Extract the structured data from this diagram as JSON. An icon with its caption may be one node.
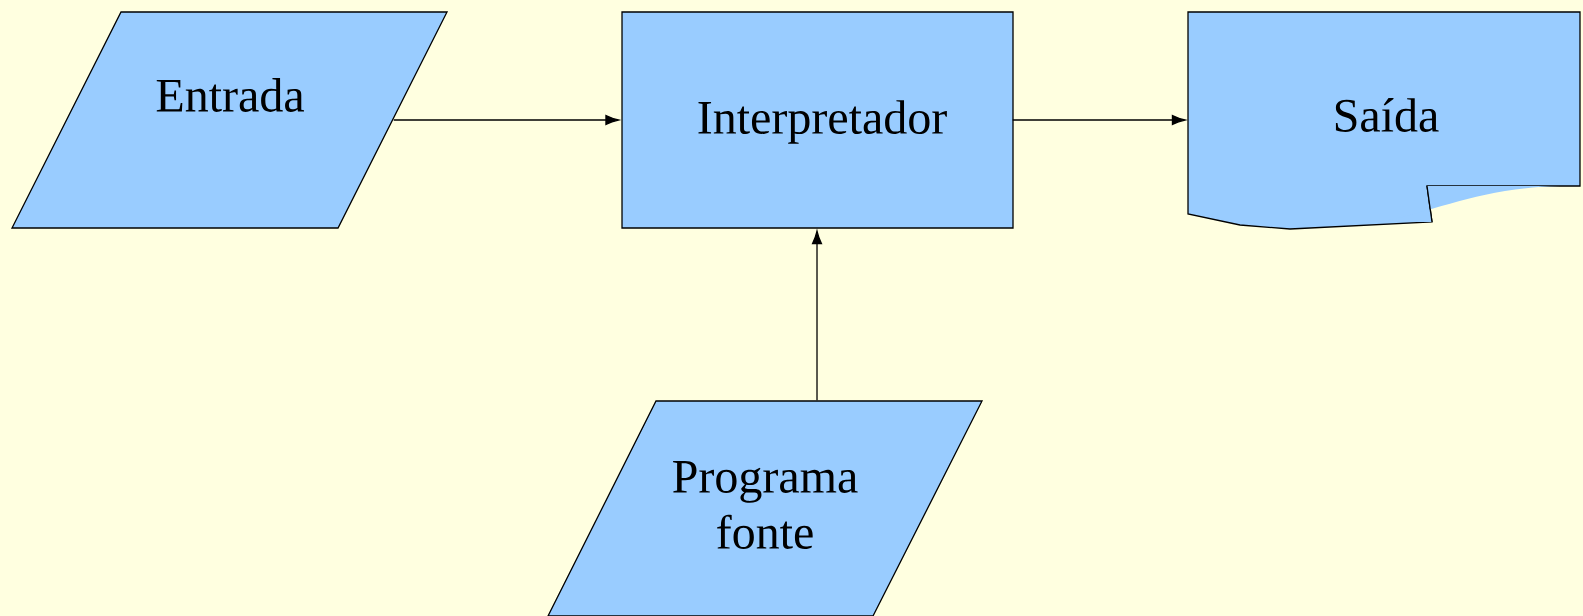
{
  "diagram": {
    "nodes": [
      {
        "text": [
          "Entrada"
        ]
      },
      {
        "text": [
          "Interpretador"
        ]
      },
      {
        "text": [
          "Saída"
        ]
      },
      {
        "text": [
          "Programa fonte"
        ]
      }
    ],
    "edges": [
      {
        "from": 0,
        "to": 1,
        "arrow": "to"
      },
      {
        "from": 1,
        "to": 2,
        "arrow": "to"
      },
      {
        "from": 3,
        "to": 1,
        "arrow": "to"
      }
    ]
  }
}
